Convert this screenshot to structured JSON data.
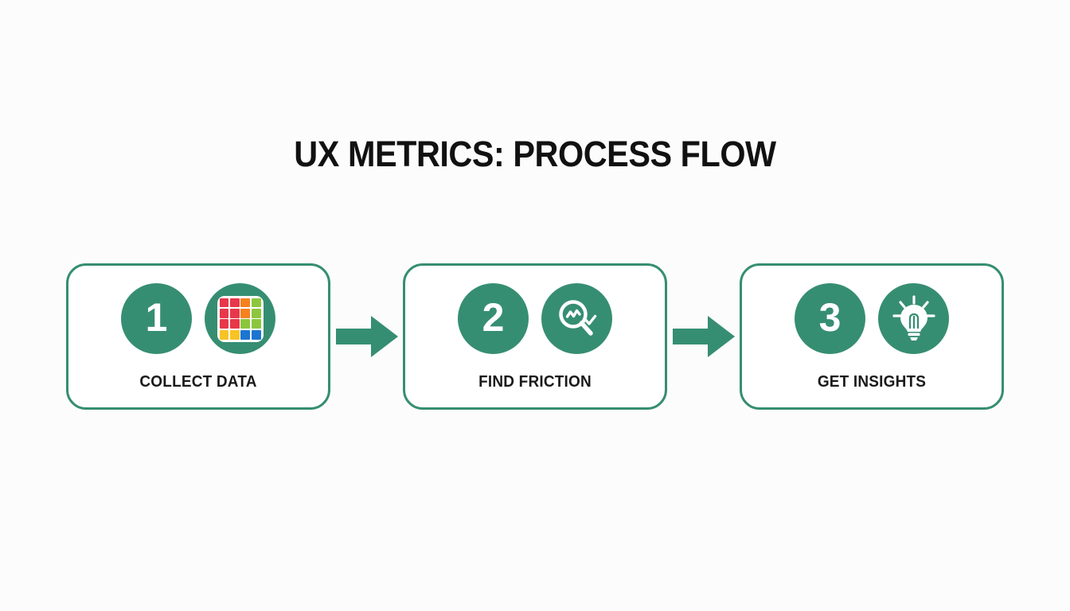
{
  "slide": {
    "title": "UX METRICS: PROCESS FLOW",
    "background_color": "#fcfcfc",
    "accent_color": "#368e72",
    "title_color": "#111111",
    "label_color": "#1a1a1a"
  },
  "steps": [
    {
      "number": "1",
      "label": "COLLECT DATA",
      "icon_name": "heatmap-grid-icon",
      "grid_colors": [
        "#e8374a",
        "#e8374a",
        "#f5821f",
        "#8cc63e",
        "#e8374a",
        "#e8374a",
        "#f5821f",
        "#8cc63e",
        "#e8374a",
        "#e8374a",
        "#8cc63e",
        "#8cc63e",
        "#f7c325",
        "#f7c325",
        "#1c75d1",
        "#1c75d1"
      ]
    },
    {
      "number": "2",
      "label": "FIND FRICTION",
      "icon_name": "magnifier-analytics-check-icon"
    },
    {
      "number": "3",
      "label": "GET INSIGHTS",
      "icon_name": "lightbulb-idea-icon"
    }
  ],
  "connectors": [
    {
      "icon_name": "arrow-right-icon",
      "direction": "right"
    },
    {
      "icon_name": "arrow-right-icon",
      "direction": "right"
    }
  ]
}
